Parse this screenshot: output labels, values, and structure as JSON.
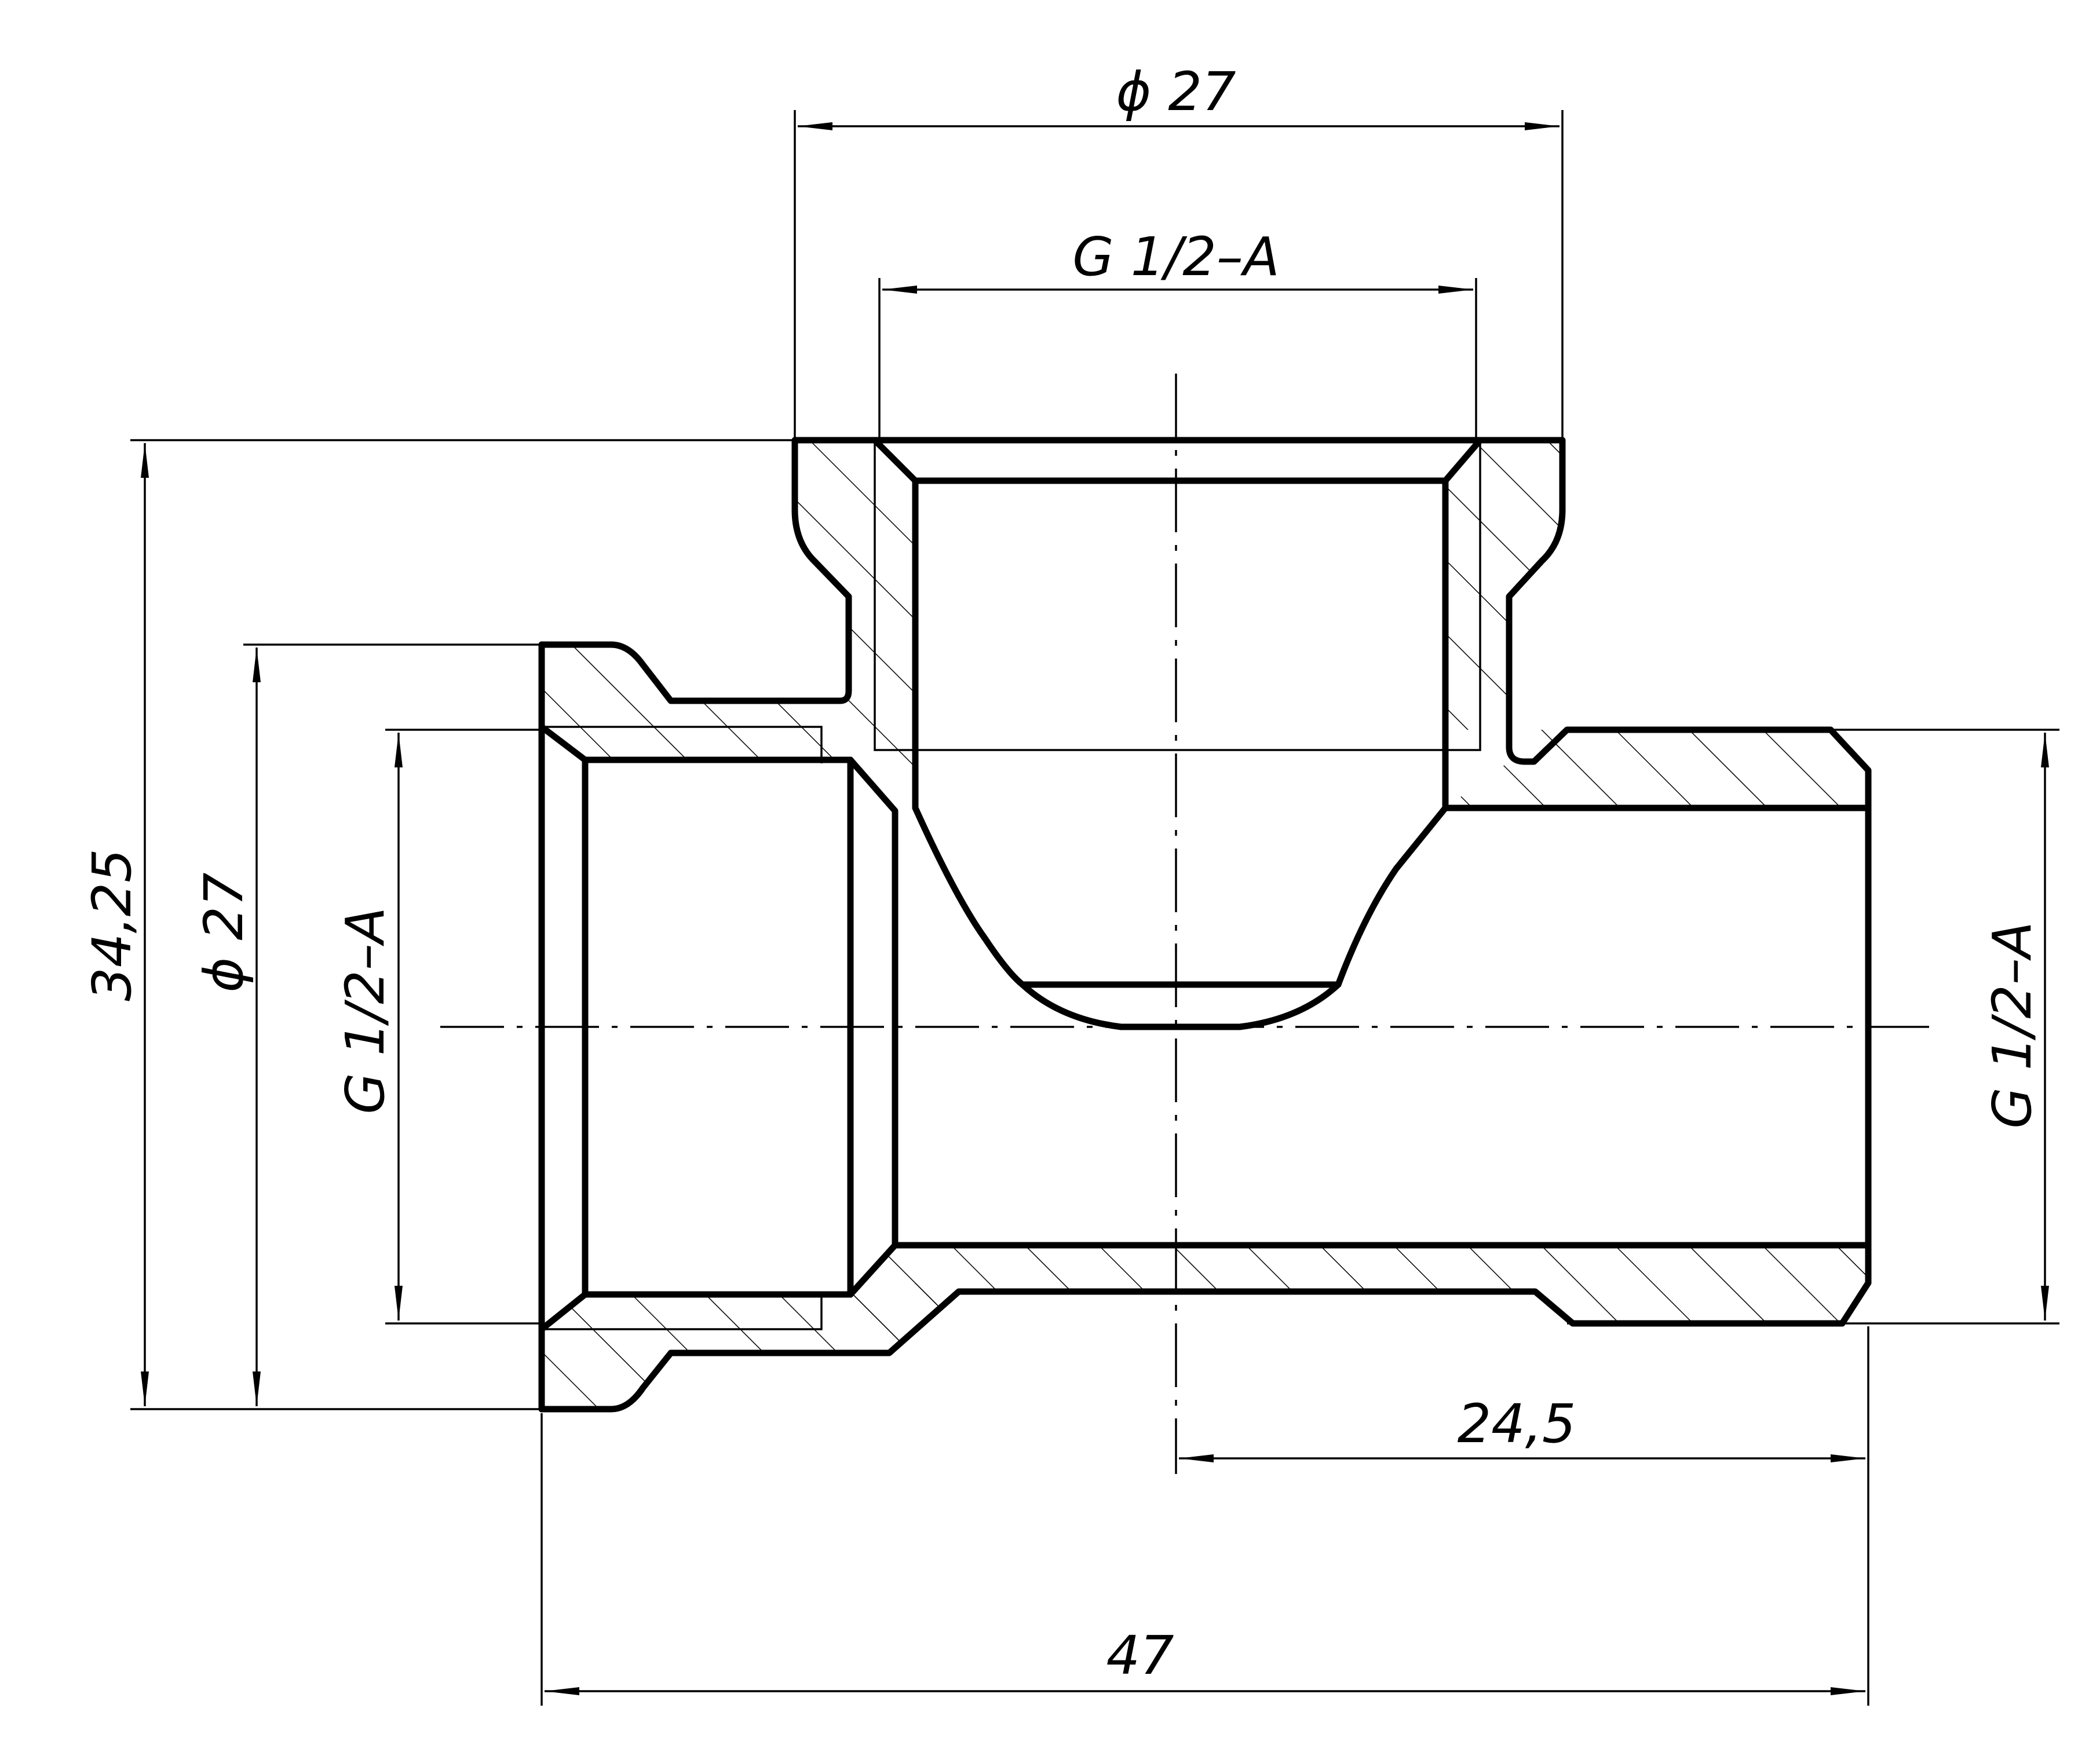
{
  "drawing": {
    "dimensions": {
      "top_outer": "ϕ 27",
      "top_thread": "G 1/2–A",
      "left_height": "34,25",
      "left_outer": "ϕ 27",
      "left_thread": "G 1/2–A",
      "right_thread": "G 1/2–A",
      "offset_length": "24,5",
      "overall_length": "47"
    }
  }
}
